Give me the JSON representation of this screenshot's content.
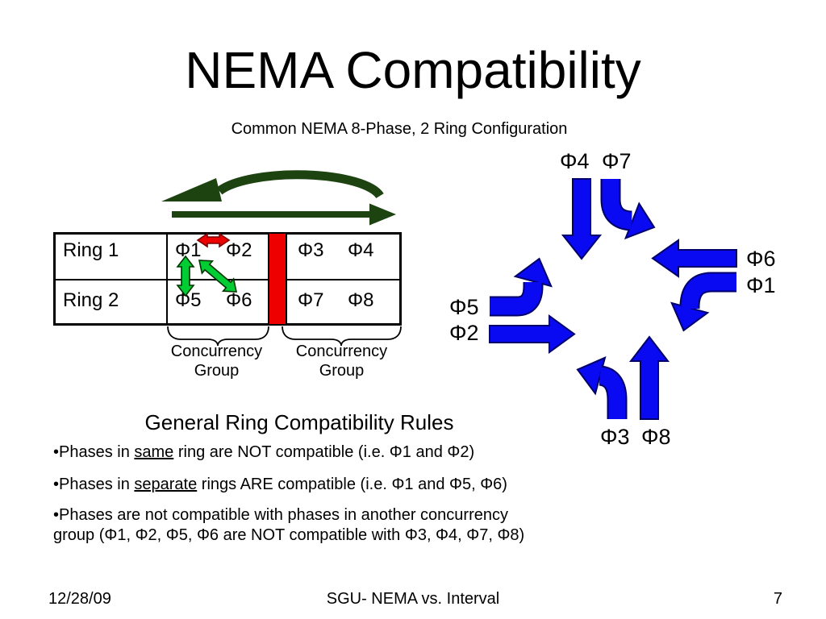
{
  "slide": {
    "title": "NEMA Compatibility",
    "subtitle": "Common NEMA 8-Phase, 2 Ring Configuration"
  },
  "ring_table": {
    "rows": [
      {
        "label": "Ring 1",
        "phases": [
          "Φ1",
          "Φ2",
          "Φ3",
          "Φ4"
        ]
      },
      {
        "label": "Ring 2",
        "phases": [
          "Φ5",
          "Φ6",
          "Φ7",
          "Φ8"
        ]
      }
    ],
    "groups": [
      {
        "line1": "Concurrency",
        "line2": "Group"
      },
      {
        "line1": "Concurrency",
        "line2": "Group"
      }
    ]
  },
  "phase_diagram": {
    "top": [
      "Φ4",
      "Φ7"
    ],
    "right": [
      "Φ6",
      "Φ1"
    ],
    "left": [
      "Φ5",
      "Φ2"
    ],
    "bottom": [
      "Φ3",
      "Φ8"
    ]
  },
  "rules": {
    "heading": "General Ring Compatibility Rules",
    "bullet1": {
      "pre": "•Phases in ",
      "underline": "same",
      "post": " ring are NOT compatible (i.e. Φ1 and Φ2)"
    },
    "bullet2": {
      "pre": "•Phases in ",
      "underline": "separate",
      "post": " rings ARE compatible (i.e. Φ1 and Φ5, Φ6)"
    },
    "bullet3": {
      "line1": "•Phases are not compatible with phases in another concurrency",
      "line2": "group (Φ1, Φ2, Φ5, Φ6 are NOT compatible with Φ3, Φ4, Φ7, Φ8)"
    }
  },
  "footer": {
    "date": "12/28/09",
    "center": "SGU- NEMA vs. Interval",
    "page": "7"
  },
  "colors": {
    "blue": "#0909f2",
    "blue_outline": "#00006a",
    "green": "#00cc33",
    "red": "#ee0000",
    "dark_green": "#1d4311",
    "barrier_red": "#ee0000"
  }
}
